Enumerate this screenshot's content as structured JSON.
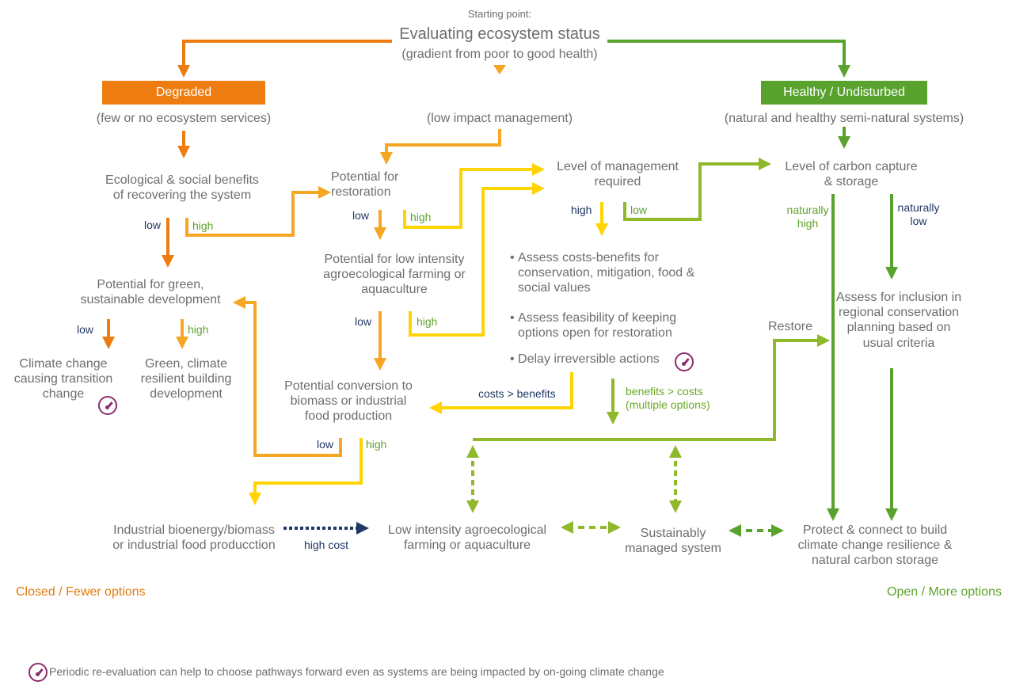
{
  "header": {
    "start_label": "Starting point:",
    "title": "Evaluating ecosystem status",
    "subtitle": "(gradient from poor to good health)"
  },
  "degraded": {
    "label": "Degraded",
    "desc": "(few or no ecosystem services)",
    "color": "#ed7d10"
  },
  "healthy": {
    "label": "Healthy / Undisturbed",
    "desc": "(natural and healthy semi-natural systems)",
    "color": "#58a22d"
  },
  "mid": {
    "desc": "(low impact management)"
  },
  "nodes": {
    "eco_social": "Ecological & social benefits\nof recovering the system",
    "restoration": "Potential for\nrestoration",
    "management": "Level of management\nrequired",
    "carbon": "Level of carbon capture\n& storage",
    "green_dev": "Potential for green,\nsustainable development",
    "low_intensity": "Potential for low intensity\nagroecological farming or\naquaculture",
    "climate_change": "Climate change\ncausing transition\nchange",
    "green_building": "Green, climate\nresilient building\ndevelopment",
    "conversion": "Potential conversion to\nbiomass or industrial\nfood production",
    "assess_incl": "Assess for inclusion in\nregional conservation\nplanning based on\nusual criteria",
    "industrial": "Industrial bioenergy/biomass\nor industrial food producction",
    "low_farming": "Low intensity agroecological\nfarming or aquaculture",
    "sustainable": "Sustainably\nmanaged system",
    "protect": "Protect & connect to build\nclimate change resilience &\nnatural carbon storage"
  },
  "bullets": [
    "Assess costs-benefits for\nconservation, mitigation, food &\nsocial values",
    "Assess feasibility of keeping\noptions open for restoration",
    "Delay irreversible actions"
  ],
  "edge_labels": {
    "low": "low",
    "high": "high",
    "naturally_high": "naturally\nhigh",
    "naturally_low": "naturally\nlow",
    "restore": "Restore",
    "costs_gt_benefits": "costs > benefits",
    "benefits_gt_costs": "benefits > costs\n(multiple options)",
    "high_cost": "high cost"
  },
  "footer": {
    "closed": "Closed / Fewer options",
    "open": "Open / More options",
    "note": "Periodic re-evaluation can help to choose pathways forward even as systems are being impacted by on-going climate change"
  },
  "colors": {
    "orange": "#ed7d10",
    "amber": "#f5a623",
    "yellow": "#ffd400",
    "green": "#58a22d",
    "lime": "#8fb82a",
    "navy": "#1f3864",
    "purple": "#8b2d6e",
    "text": "#6d6e71"
  }
}
